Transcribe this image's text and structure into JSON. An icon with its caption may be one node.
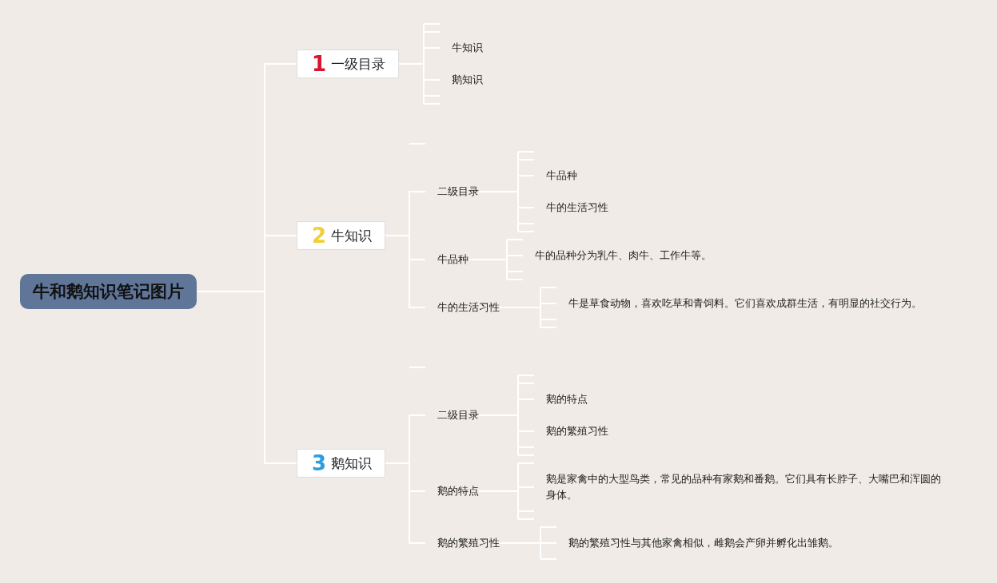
{
  "diagram": {
    "nodes": [
      {
        "text": [
          "牛和鹅知识笔记图片"
        ]
      },
      {
        "text": [
          "1",
          "一级目录"
        ]
      },
      {
        "text": [
          "牛知识"
        ]
      },
      {
        "text": [
          "鹅知识"
        ]
      },
      {
        "text": [
          "2",
          "牛知识"
        ]
      },
      {
        "text": [
          "二级目录"
        ]
      },
      {
        "text": [
          "牛品种"
        ]
      },
      {
        "text": [
          "牛的生活习性"
        ]
      },
      {
        "text": [
          "牛品种"
        ]
      },
      {
        "text": [
          "牛的品种分为乳牛、肉牛、工作牛等。"
        ]
      },
      {
        "text": [
          "牛的生活习性"
        ]
      },
      {
        "text": [
          "牛是草食动物，喜欢吃草和青饲料。它们喜欢成群生活，有明显的社交行为。"
        ]
      },
      {
        "text": [
          "3",
          "鹅知识"
        ]
      },
      {
        "text": [
          "二级目录"
        ]
      },
      {
        "text": [
          "鹅的特点"
        ]
      },
      {
        "text": [
          "鹅的繁殖习性"
        ]
      },
      {
        "text": [
          "鹅的特点"
        ]
      },
      {
        "text": [
          "鹅是家禽中的大型鸟类，常见的品种有家鹅和番鹅。它们具有长脖子、大嘴巴和浑圆的身体。"
        ]
      },
      {
        "text": [
          "鹅的繁殖习性"
        ]
      },
      {
        "text": [
          "鹅的繁殖习性与其他家禽相似，雌鹅会产卵并孵化出雏鹅。"
        ]
      }
    ],
    "edges": [
      {
        "from": 0,
        "to": 1,
        "arrow": "none"
      },
      {
        "from": 0,
        "to": 4,
        "arrow": "none"
      },
      {
        "from": 0,
        "to": 12,
        "arrow": "none"
      },
      {
        "from": 1,
        "to": 2,
        "arrow": "none"
      },
      {
        "from": 1,
        "to": 3,
        "arrow": "none"
      },
      {
        "from": 4,
        "to": 5,
        "arrow": "none"
      },
      {
        "from": 4,
        "to": 8,
        "arrow": "none"
      },
      {
        "from": 4,
        "to": 10,
        "arrow": "none"
      },
      {
        "from": 5,
        "to": 6,
        "arrow": "none"
      },
      {
        "from": 5,
        "to": 7,
        "arrow": "none"
      },
      {
        "from": 8,
        "to": 9,
        "arrow": "none"
      },
      {
        "from": 10,
        "to": 11,
        "arrow": "none"
      },
      {
        "from": 12,
        "to": 13,
        "arrow": "none"
      },
      {
        "from": 12,
        "to": 16,
        "arrow": "none"
      },
      {
        "from": 12,
        "to": 18,
        "arrow": "none"
      },
      {
        "from": 13,
        "to": 14,
        "arrow": "none"
      },
      {
        "from": 13,
        "to": 15,
        "arrow": "none"
      },
      {
        "from": 16,
        "to": 17,
        "arrow": "none"
      },
      {
        "from": 18,
        "to": 19,
        "arrow": "none"
      }
    ]
  }
}
